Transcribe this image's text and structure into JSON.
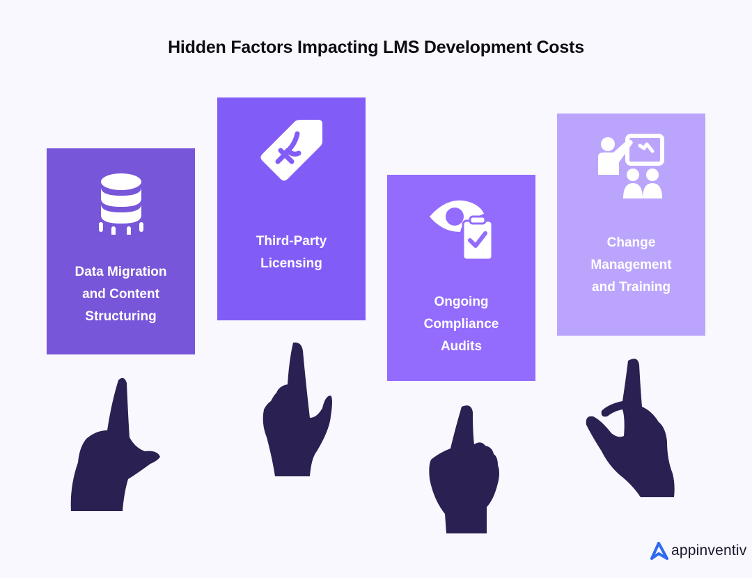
{
  "title": "Hidden Factors Impacting LMS Development Costs",
  "colors": {
    "background": "#f9f8fe",
    "card1": "#7856d9",
    "card2": "#825cf6",
    "card3": "#936cfd",
    "card4": "#bba5fc",
    "hand": "#2a2152",
    "brand_accent": "#2f6bf0"
  },
  "cards": [
    {
      "icon": "database-icon",
      "lines": [
        "Data Migration",
        "and Content",
        "Structuring"
      ]
    },
    {
      "icon": "price-tag-icon",
      "lines": [
        "Third-Party",
        "Licensing"
      ]
    },
    {
      "icon": "eye-clipboard-check-icon",
      "lines": [
        "Ongoing",
        "Compliance",
        "Audits"
      ]
    },
    {
      "icon": "presentation-training-icon",
      "lines": [
        "Change",
        "Management",
        "and Training"
      ]
    }
  ],
  "brand": {
    "name": "appinventiv",
    "icon": "appinventiv-logo-icon"
  }
}
